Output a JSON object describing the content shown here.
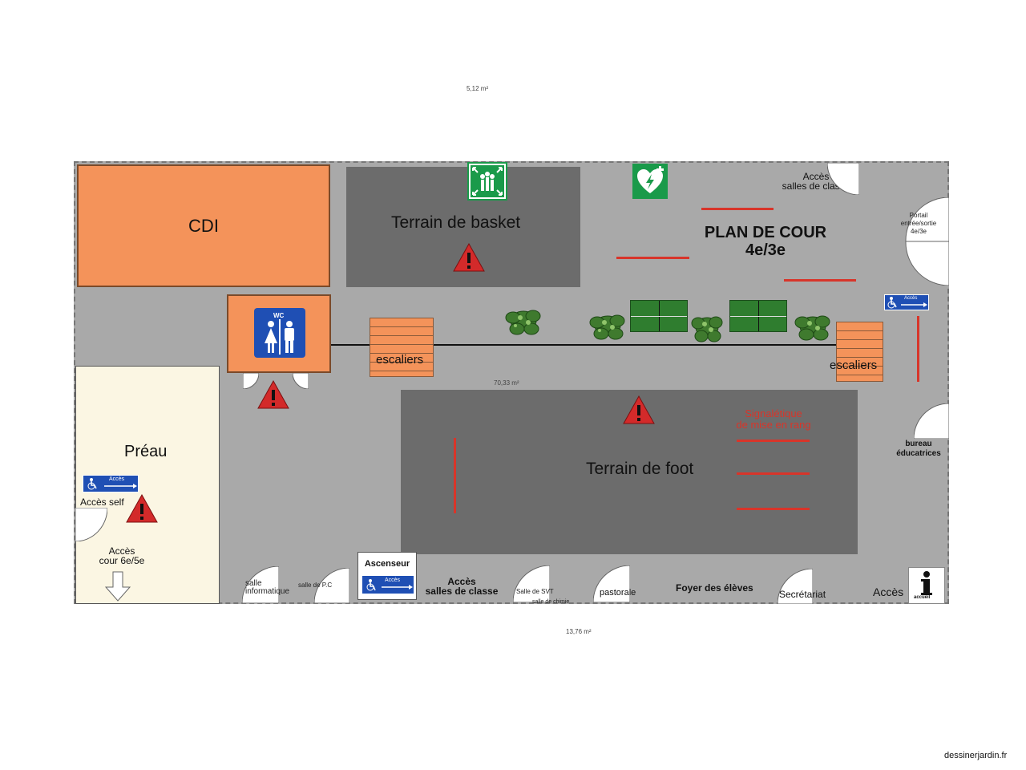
{
  "labels": {
    "area_top": "5,12 m²",
    "area_middle": "70,33 m²",
    "area_bottom": "13,76 m²",
    "cdi": "CDI",
    "terrain_basket": "Terrain de basket",
    "plan_title_1": "PLAN DE COUR",
    "plan_title_2": "4e/3e",
    "wc": "WC",
    "escaliers": "escaliers",
    "preau": "Préau",
    "acces_self": "Accès self",
    "acces_cour": "Accès\ncour 6e/5e",
    "terrain_foot": "Terrain de foot",
    "signaletique": "Signalétique\nde mise en rang",
    "acces_salles_top": "Accès\nsalles de classe",
    "portail": "Portail\nentrée/sortie\n4e/3e",
    "bureau": "bureau\néducatrices",
    "salle_info": "salle\ninformatique",
    "salle_pc": "salle de P.C",
    "ascenseur": "Ascenseur",
    "acces_salles_bottom": "Accès\nsalles de classe",
    "salle_svt": "Salle de SVT",
    "salle_sciences": "salle de chimie",
    "pastorale": "pastorale",
    "foyer": "Foyer des élèves",
    "secretariat": "Secrétariat",
    "acces_bottom": "Accès",
    "accueil": "accueil",
    "hcap_text": "Accès",
    "watermark": "dessinerjardin.fr"
  },
  "colors": {
    "yard": "#a9a9a9",
    "building": "#f4935a",
    "court": "#6c6c6c",
    "preau": "#fbf6e3",
    "marking": "#d8352a",
    "warning": "#d32a2a",
    "wc_sign": "#1f4fb4",
    "assembly_sign": "#1a9a4a",
    "pingpong": "#2f7d2f"
  },
  "icons": {
    "assembly": "assembly-point-icon",
    "defibrillator": "defibrillator-icon",
    "warning": "warning-triangle-icon",
    "wheelchair": "wheelchair-icon",
    "info": "info-icon",
    "tree": "tree-icon",
    "arrow_down": "arrow-down-icon"
  }
}
